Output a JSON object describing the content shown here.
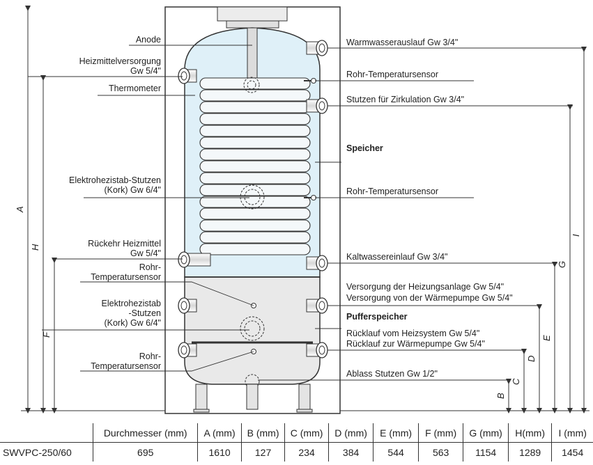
{
  "labels": {
    "anode": "Anode",
    "heat_supply_1": "Heizmittelversorgung",
    "heat_supply_2": "Gw 5/4\"",
    "thermometer": "Thermometer",
    "electro_1": "Elektrohezistab-Stutzen",
    "electro_2": "(Kork) Gw 6/4\"",
    "return_heat_1": "Rückehr Heizmittel",
    "return_heat_2": "Gw 5/4\"",
    "pipe_sensor_l1_1": "Rohr-",
    "pipe_sensor_l1_2": "Temperatursensor",
    "electro_b_1": "Elektrohezistab",
    "electro_b_2": "-Stutzen",
    "electro_b_3": "(Kork) Gw 6/4\"",
    "pipe_sensor_l2_1": "Rohr-",
    "pipe_sensor_l2_2": "Temperatursensor",
    "hot_water_out": "Warmwasserauslauf Gw 3/4\"",
    "pipe_sensor_r1": "Rohr-Temperatursensor",
    "circulation": "Stutzen für Zirkulation Gw 3/4\"",
    "storage": "Speicher",
    "pipe_sensor_r2": "Rohr-Temperatursensor",
    "cold_water_in": "Kaltwassereinlauf Gw 3/4\"",
    "supply_heating": "Versorgung der Heizungsanlage Gw 5/4\"",
    "supply_heatpump": "Versorgung von der Wärmepumpe Gw 5/4\"",
    "buffer": "Pufferspeicher",
    "return_heating": "Rücklauf vom Heizsystem Gw 5/4\"",
    "return_heatpump": "Rücklauf zur Wärmepumpe Gw 5/4\"",
    "drain": "Ablass Stutzen Gw 1/2\""
  },
  "dimensions": {
    "A": "A",
    "H": "H",
    "F": "F",
    "B": "B",
    "C": "C",
    "D": "D",
    "E": "E",
    "G": "G",
    "I": "I"
  },
  "colors": {
    "upper_tank": "#dff0f8",
    "lower_tank": "#e9e9e9",
    "line": "#333333"
  },
  "table": {
    "headers": [
      "",
      "Durchmesser (mm)",
      "A (mm)",
      "B (mm)",
      "C (mm)",
      "D (mm)",
      "E (mm)",
      "F (mm)",
      "G (mm)",
      "H(mm)",
      "I (mm)"
    ],
    "rows": [
      [
        "SWVPC-250/60",
        "695",
        "1610",
        "127",
        "234",
        "384",
        "544",
        "563",
        "1154",
        "1289",
        "1454"
      ]
    ]
  }
}
